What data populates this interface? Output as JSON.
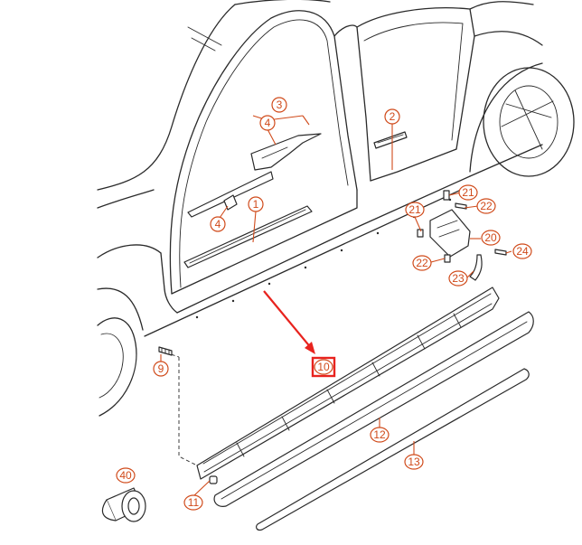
{
  "diagram": {
    "highlight_color": "#e8231e",
    "callout_color": "#d04a1a",
    "callouts": [
      "1",
      "2",
      "3",
      "4",
      "4",
      "9",
      "10",
      "11",
      "12",
      "13",
      "20",
      "21",
      "21",
      "22",
      "22",
      "23",
      "24",
      "40"
    ]
  }
}
